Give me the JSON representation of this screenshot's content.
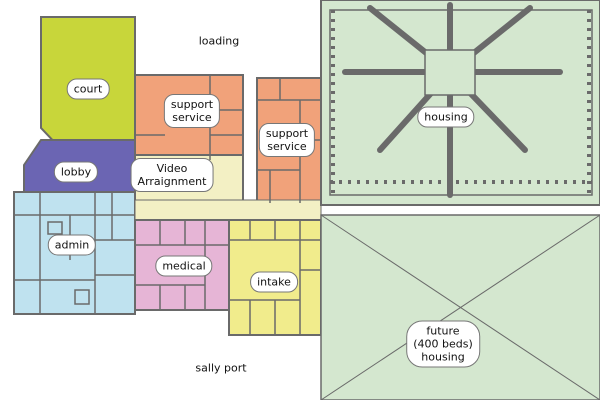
{
  "labels": {
    "loading": "loading",
    "court": "court",
    "support_service_1": "support\nservice",
    "support_service_2": "support\nservice",
    "housing": "housing",
    "lobby": "lobby",
    "video_arraignment": "Video\nArraignment",
    "admin": "admin",
    "medical": "medical",
    "intake": "intake",
    "future_housing": "future\n(400 beds)\nhousing",
    "sally_port": "sally port"
  },
  "colors": {
    "court": "#c8d63a",
    "lobby": "#6b65b3",
    "support": "#f1a27a",
    "video": "#f3f0c4",
    "admin": "#bfe2ef",
    "medical": "#e6b5d6",
    "intake": "#f1ec8c",
    "housing": "#d4e7cf",
    "wall": "#6a6a6a"
  }
}
